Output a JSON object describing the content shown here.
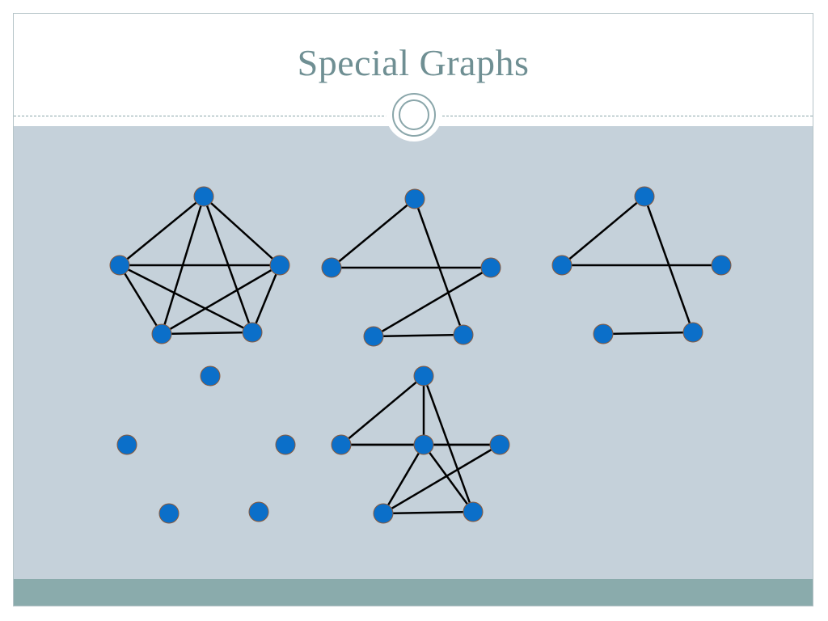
{
  "slide": {
    "title": "Special Graphs"
  },
  "colors": {
    "node_fill": "#0b6fc9",
    "node_stroke": "#8a5a3c",
    "edge": "#000000",
    "title": "#6f8f93",
    "content_bg": "#c5d1da",
    "footer": "#8aabac"
  },
  "graphs": [
    {
      "name": "complete-graph-k5",
      "node_count": 5,
      "edges": [
        [
          0,
          1
        ],
        [
          0,
          2
        ],
        [
          0,
          3
        ],
        [
          0,
          4
        ],
        [
          1,
          2
        ],
        [
          1,
          3
        ],
        [
          1,
          4
        ],
        [
          2,
          3
        ],
        [
          2,
          4
        ],
        [
          3,
          4
        ]
      ]
    },
    {
      "name": "cycle-graph-c5",
      "node_count": 5,
      "edges": [
        [
          0,
          1
        ],
        [
          1,
          2
        ],
        [
          2,
          3
        ],
        [
          3,
          4
        ],
        [
          4,
          0
        ]
      ]
    },
    {
      "name": "path-graph-p5",
      "node_count": 5,
      "edges": [
        [
          0,
          1
        ],
        [
          1,
          2
        ],
        [
          0,
          4
        ],
        [
          4,
          3
        ]
      ]
    },
    {
      "name": "empty-graph-5",
      "node_count": 5,
      "edges": []
    },
    {
      "name": "wheel-graph-w5",
      "node_count": 6,
      "edges": [
        [
          0,
          1
        ],
        [
          1,
          2
        ],
        [
          2,
          3
        ],
        [
          3,
          4
        ],
        [
          4,
          0
        ],
        [
          5,
          0
        ],
        [
          5,
          1
        ],
        [
          5,
          2
        ],
        [
          5,
          3
        ],
        [
          5,
          4
        ]
      ]
    }
  ]
}
